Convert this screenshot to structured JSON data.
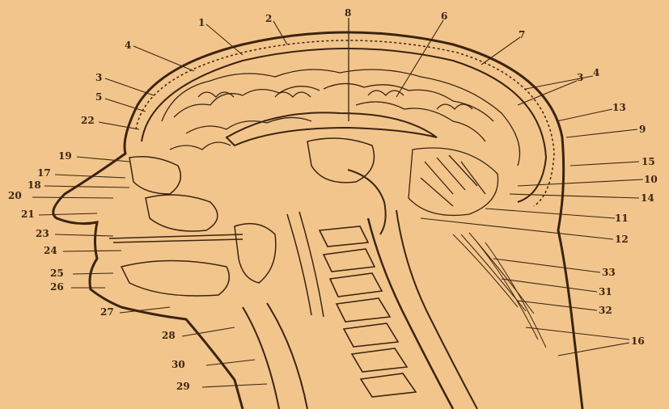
{
  "diagram": {
    "background": "#f2c58c",
    "ink": "#3b2410",
    "labels": [
      "1",
      "2",
      "3",
      "4",
      "5",
      "6",
      "7",
      "8",
      "9",
      "10",
      "11",
      "12",
      "13",
      "14",
      "15",
      "16",
      "17",
      "18",
      "19",
      "20",
      "21",
      "22",
      "23",
      "24",
      "25",
      "26",
      "27",
      "28",
      "29",
      "30",
      "31",
      "32",
      "33"
    ],
    "label_instances": {
      "l1": "1",
      "l2": "2",
      "l8": "8",
      "l6": "6",
      "l7": "7",
      "l4a": "4",
      "l3a": "3",
      "l3b": "3",
      "l4b": "4",
      "l5": "5",
      "l13": "13",
      "l22": "22",
      "l9": "9",
      "l19": "19",
      "l15": "15",
      "l17": "17",
      "l10": "10",
      "l18": "18",
      "l14": "14",
      "l20a": "20",
      "l11": "11",
      "l21": "21",
      "l23": "23",
      "l12": "12",
      "l24": "24",
      "l33": "33",
      "l25": "25",
      "l26": "26",
      "l31": "31",
      "l27": "27",
      "l32": "32",
      "l28": "28",
      "l16": "16",
      "l30": "30",
      "l29": "29"
    }
  }
}
